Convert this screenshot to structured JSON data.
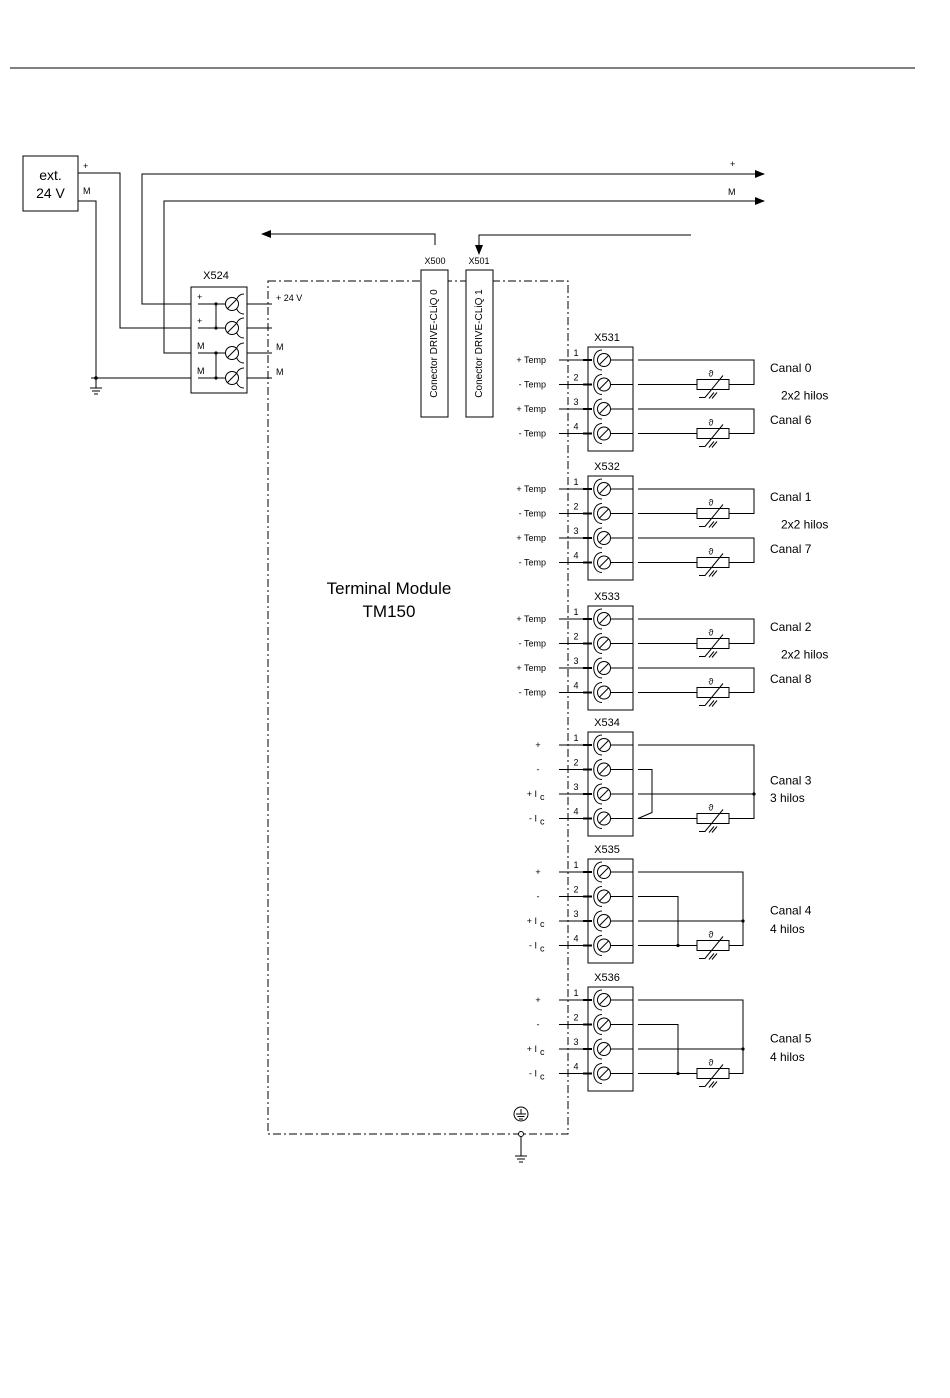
{
  "supply": {
    "line1": "ext.",
    "line2": "24 V",
    "plus": "+",
    "minus": "M"
  },
  "bus": {
    "plus": "+",
    "minus": "M"
  },
  "x524": {
    "name": "X524",
    "pins": [
      "+",
      "+",
      "M",
      "M"
    ],
    "out_24v": "+ 24 V",
    "out_m1": "M",
    "out_m2": "M"
  },
  "drivecliq": [
    {
      "name": "X500",
      "label": "Conector DRIVE-CLiQ 0"
    },
    {
      "name": "X501",
      "label": "Conector DRIVE-CLiQ 1"
    }
  ],
  "module": {
    "line1": "Terminal Module",
    "line2": "TM150"
  },
  "connectors": [
    {
      "name": "X531",
      "pins": [
        "1",
        "2",
        "3",
        "4"
      ],
      "signals": [
        "+ Temp",
        "- Temp",
        "+ Temp",
        "- Temp"
      ],
      "channel_a": "Canal 0",
      "wires": "2x2 hilos",
      "channel_b": "Canal 6"
    },
    {
      "name": "X532",
      "pins": [
        "1",
        "2",
        "3",
        "4"
      ],
      "signals": [
        "+ Temp",
        "- Temp",
        "+ Temp",
        "- Temp"
      ],
      "channel_a": "Canal 1",
      "wires": "2x2 hilos",
      "channel_b": "Canal 7"
    },
    {
      "name": "X533",
      "pins": [
        "1",
        "2",
        "3",
        "4"
      ],
      "signals": [
        "+ Temp",
        "- Temp",
        "+ Temp",
        "- Temp"
      ],
      "channel_a": "Canal 2",
      "wires": "2x2 hilos",
      "channel_b": "Canal 8"
    },
    {
      "name": "X534",
      "pins": [
        "1",
        "2",
        "3",
        "4"
      ],
      "signals": [
        "+",
        "-",
        "+ I",
        "- I"
      ],
      "current_sub": "c",
      "channel_a": "Canal 3",
      "wires": "3 hilos"
    },
    {
      "name": "X535",
      "pins": [
        "1",
        "2",
        "3",
        "4"
      ],
      "signals": [
        "+",
        "-",
        "+ I",
        "- I"
      ],
      "current_sub": "c",
      "channel_a": "Canal 4",
      "wires": "4 hilos"
    },
    {
      "name": "X536",
      "pins": [
        "1",
        "2",
        "3",
        "4"
      ],
      "signals": [
        "+",
        "-",
        "+ I",
        "- I"
      ],
      "current_sub": "c",
      "channel_a": "Canal 5",
      "wires": "4 hilos"
    }
  ],
  "sensor_symbol": "ϑ"
}
